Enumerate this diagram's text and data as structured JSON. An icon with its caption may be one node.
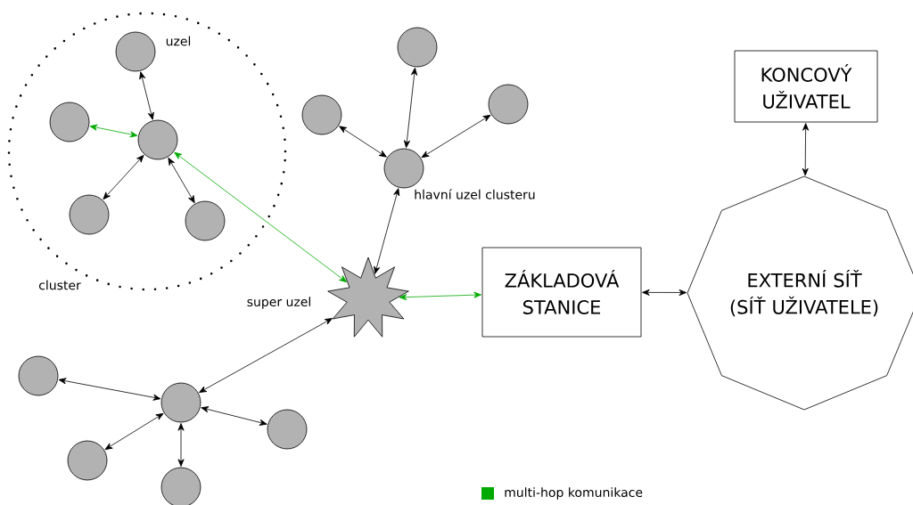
{
  "diagram": {
    "nodes": [
      {
        "text": [],
        "shape": "circle",
        "beside": [
          "cluster"
        ]
      },
      {
        "text": [],
        "shape": "circle",
        "in": 0,
        "beside": [
          "uzel"
        ]
      },
      {
        "text": [],
        "shape": "circle",
        "in": 0
      },
      {
        "text": [],
        "shape": "circle",
        "in": 0
      },
      {
        "text": [],
        "shape": "circle",
        "in": 0
      },
      {
        "text": [],
        "shape": "circle",
        "in": 0
      },
      {
        "text": [],
        "shape": "circle"
      },
      {
        "text": [],
        "shape": "circle"
      },
      {
        "text": [],
        "shape": "circle"
      },
      {
        "text": [],
        "shape": "circle",
        "beside": [
          "hlavní uzel clusteru"
        ]
      },
      {
        "text": [],
        "shape": "star",
        "beside": [
          "super uzel"
        ]
      },
      {
        "text": [
          "ZÁKLADOVÁ STANICE"
        ]
      },
      {
        "text": [
          "KONCOVÝ UŽIVATEL"
        ]
      },
      {
        "text": [
          "EXTERNÍ SÍŤ (SÍŤ UŽIVATELE)"
        ]
      },
      {
        "text": [],
        "shape": "circle"
      },
      {
        "text": [],
        "shape": "circle"
      },
      {
        "text": [],
        "shape": "circle"
      },
      {
        "text": [],
        "shape": "circle"
      },
      {
        "text": [],
        "shape": "circle"
      }
    ],
    "edges": [
      {
        "from": 1,
        "to": 3,
        "arrow": "both"
      },
      {
        "from": 2,
        "to": 3,
        "arrow": "both",
        "color": "#00aa00"
      },
      {
        "from": 3,
        "to": 4,
        "arrow": "both"
      },
      {
        "from": 3,
        "to": 5,
        "arrow": "both"
      },
      {
        "from": 3,
        "to": 10,
        "arrow": "both",
        "color": "#00aa00"
      },
      {
        "from": 6,
        "to": 9,
        "arrow": "both"
      },
      {
        "from": 7,
        "to": 9,
        "arrow": "both"
      },
      {
        "from": 8,
        "to": 9,
        "arrow": "both"
      },
      {
        "from": 9,
        "to": 10,
        "arrow": "both"
      },
      {
        "from": 10,
        "to": 11,
        "arrow": "both",
        "color": "#00aa00"
      },
      {
        "from": 11,
        "to": 13,
        "arrow": "both"
      },
      {
        "from": 12,
        "to": 13,
        "arrow": "both"
      },
      {
        "from": 15,
        "to": 10,
        "arrow": "both"
      },
      {
        "from": 14,
        "to": 15,
        "arrow": "both"
      },
      {
        "from": 15,
        "to": 16,
        "arrow": "both"
      },
      {
        "from": 15,
        "to": 17,
        "arrow": "both"
      },
      {
        "from": 15,
        "to": 18,
        "arrow": "both"
      }
    ],
    "legend": [
      {
        "text": "multi-hop komunikace",
        "color": "#00aa00"
      }
    ]
  }
}
